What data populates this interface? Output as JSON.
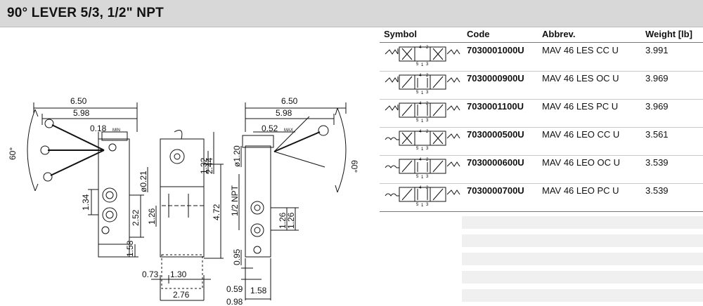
{
  "header": {
    "title": "90° LEVER 5/3, 1/2\" NPT"
  },
  "columns": {
    "symbol": "Symbol",
    "code": "Code",
    "abbrev": "Abbrev.",
    "weight": "Weight [lb]"
  },
  "rows": [
    {
      "code": "7030001000U",
      "abbrev": "MAV 46 LES CC U",
      "weight": "3.991"
    },
    {
      "code": "7030000900U",
      "abbrev": "MAV 46 LES OC U",
      "weight": "3.969"
    },
    {
      "code": "7030001100U",
      "abbrev": "MAV 46 LES PC U",
      "weight": "3.969"
    },
    {
      "code": "7030000500U",
      "abbrev": "MAV 46 LEO CC U",
      "weight": "3.561"
    },
    {
      "code": "7030000600U",
      "abbrev": "MAV 46 LEO OC U",
      "weight": "3.539"
    },
    {
      "code": "7030000700U",
      "abbrev": "MAV 46 LEO PC U",
      "weight": "3.539"
    }
  ],
  "symbol_numbers": {
    "p4": "4",
    "p2": "2",
    "p5": "5",
    "p1": "1",
    "p3": "3"
  },
  "dimensions": {
    "d650a": "6.50",
    "d598a": "5.98",
    "d018": "0.18",
    "d60a": "60°",
    "d134": "1.34",
    "d252": "2.52",
    "d158a": "1.58",
    "d021": "ø0.21",
    "d126a": "1.26",
    "d132": "1.32",
    "d244": "2.44",
    "d472": "4.72",
    "d073": "0.73",
    "d130": "1.30",
    "d276": "2.76",
    "d650b": "6.50",
    "d598b": "5.98",
    "d052": "0.52",
    "dmax": "MAX",
    "dmin": "MIN",
    "d120": "ø1.20",
    "dnpt": "1/2 NPT",
    "d126b": "1.26",
    "d126c": "1.26",
    "d095": "0.95",
    "d059": "0.59",
    "d098": "0.98",
    "d158b": "1.58",
    "d60b": "60°"
  }
}
